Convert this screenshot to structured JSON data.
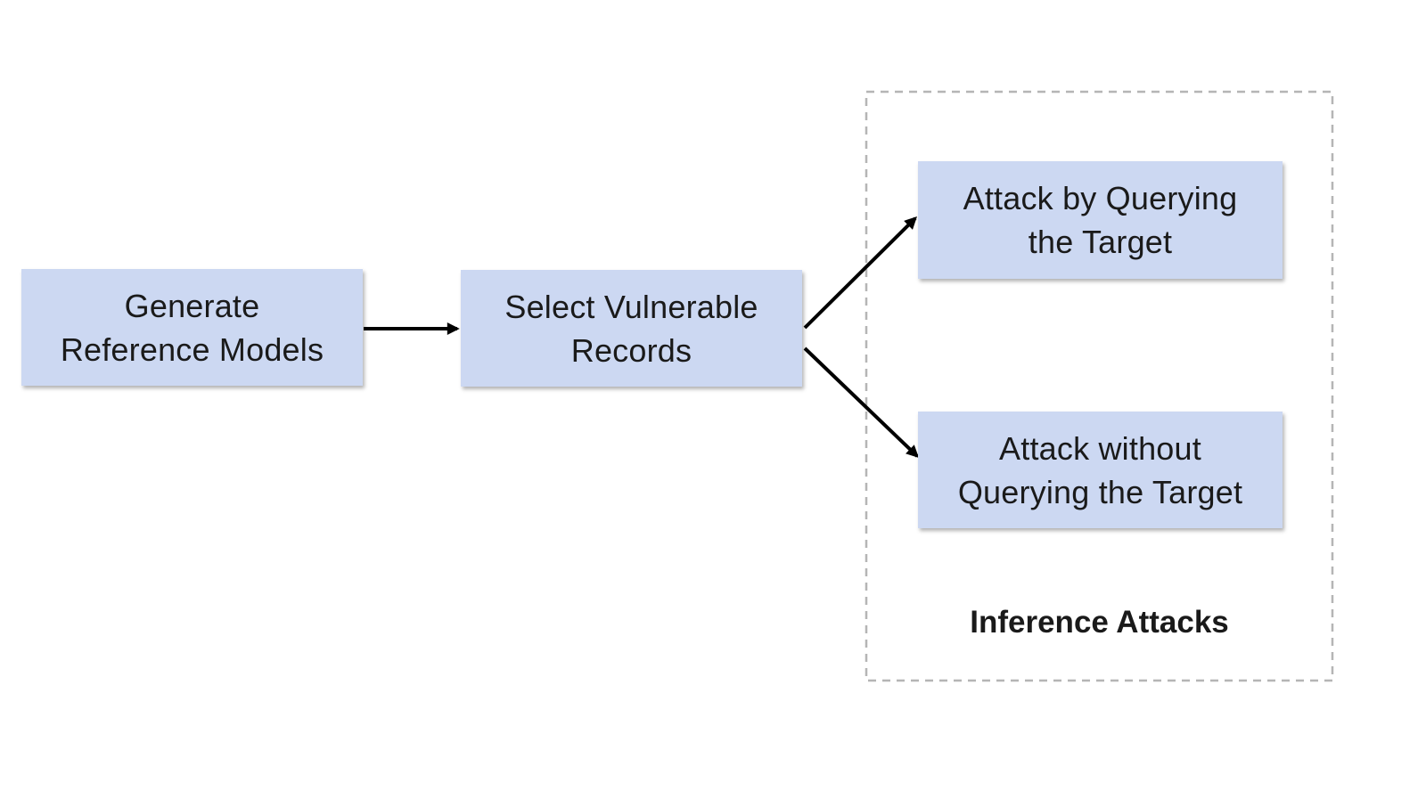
{
  "diagram": {
    "title": "Inference attack pipeline flowchart",
    "nodes": [
      {
        "id": "generate-reference-models",
        "line1": "Generate",
        "line2": "Reference Models"
      },
      {
        "id": "select-vulnerable-records",
        "line1": "Select Vulnerable",
        "line2": "Records"
      },
      {
        "id": "attack-by-querying",
        "line1": "Attack by Querying",
        "line2": "the Target"
      },
      {
        "id": "attack-without-querying",
        "line1": "Attack without",
        "line2": "Querying the Target"
      }
    ],
    "group": {
      "label": "Inference Attacks"
    },
    "edges": [
      {
        "from": "generate-reference-models",
        "to": "select-vulnerable-records"
      },
      {
        "from": "select-vulnerable-records",
        "to": "attack-by-querying"
      },
      {
        "from": "select-vulnerable-records",
        "to": "attack-without-querying"
      }
    ],
    "colors": {
      "node_fill": "#ccd8f2",
      "text": "#1a1a1a",
      "arrow": "#000000",
      "group_border": "#b5b5b5",
      "background": "#ffffff"
    }
  }
}
